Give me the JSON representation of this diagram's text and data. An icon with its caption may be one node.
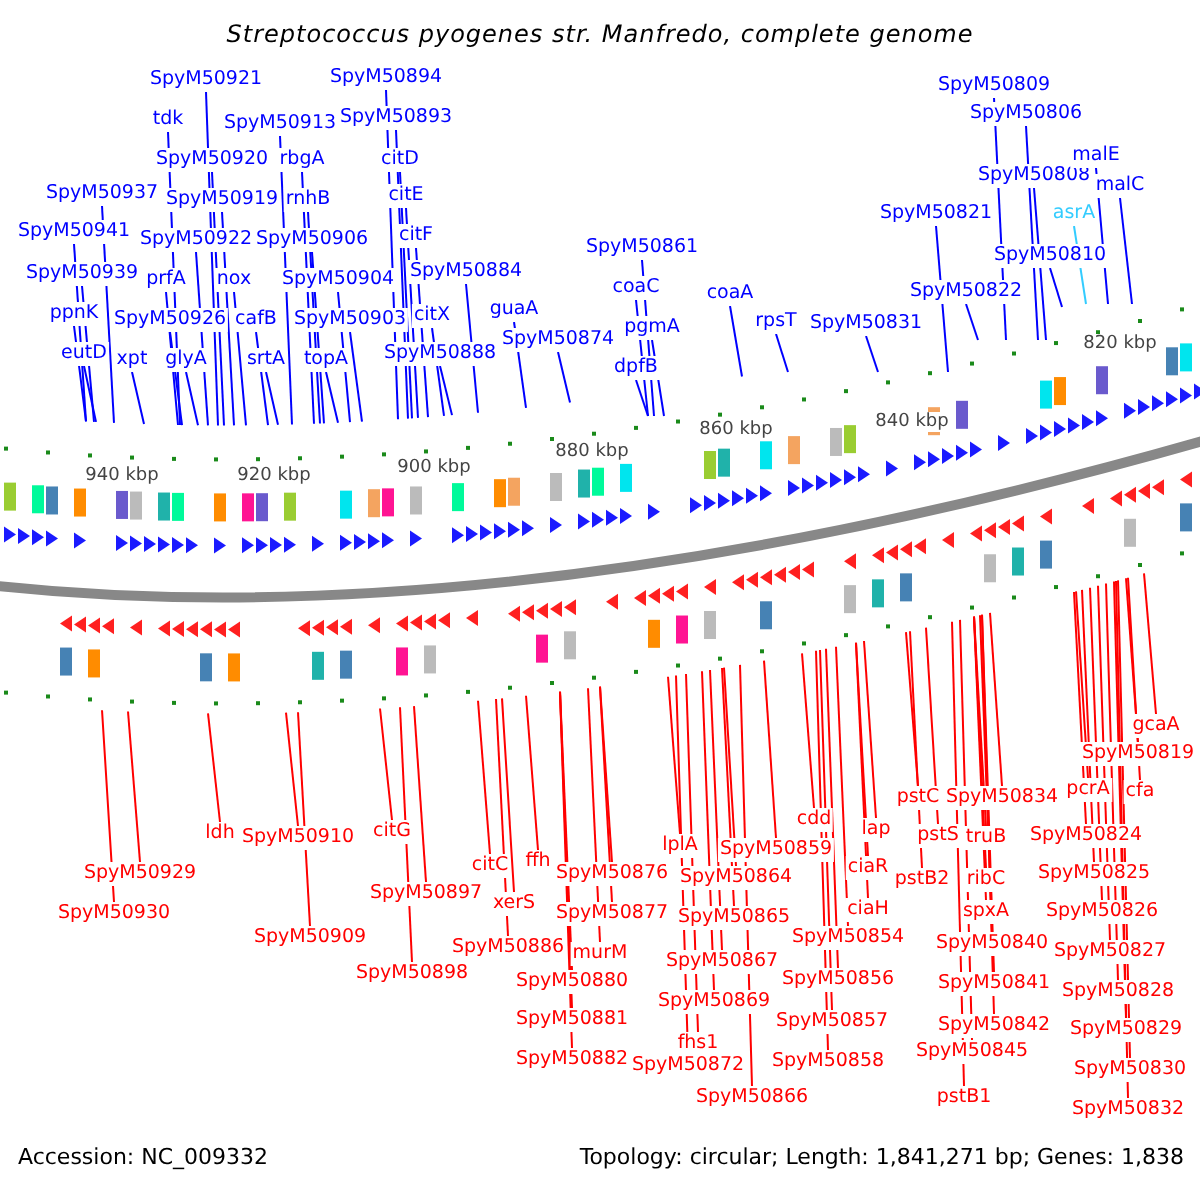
{
  "diagram": {
    "title": "Streptococcus pyogenes str. Manfredo, complete genome",
    "nodes": [
      {
        "text": [
          "SpyM50921"
        ]
      },
      {
        "text": [
          "tdk"
        ]
      },
      {
        "text": [
          "SpyM50913"
        ]
      },
      {
        "text": [
          "SpyM50920"
        ]
      },
      {
        "text": [
          "rbgA"
        ]
      },
      {
        "text": [
          "SpyM50937"
        ]
      },
      {
        "text": [
          "SpyM50919"
        ]
      },
      {
        "text": [
          "rnhB"
        ]
      },
      {
        "text": [
          "SpyM50941"
        ]
      },
      {
        "text": [
          "SpyM50922"
        ]
      },
      {
        "text": [
          "SpyM50906"
        ]
      },
      {
        "text": [
          "SpyM50939"
        ]
      },
      {
        "text": [
          "prfA"
        ]
      },
      {
        "text": [
          "nox"
        ]
      },
      {
        "text": [
          "SpyM50904"
        ]
      },
      {
        "text": [
          "ppnK"
        ]
      },
      {
        "text": [
          "SpyM50926"
        ]
      },
      {
        "text": [
          "cafB"
        ]
      },
      {
        "text": [
          "SpyM50903"
        ]
      },
      {
        "text": [
          "eutD"
        ]
      },
      {
        "text": [
          "xpt"
        ]
      },
      {
        "text": [
          "glyA"
        ]
      },
      {
        "text": [
          "srtA"
        ]
      },
      {
        "text": [
          "topA"
        ]
      },
      {
        "text": [
          "SpyM50894"
        ]
      },
      {
        "text": [
          "SpyM50893"
        ]
      },
      {
        "text": [
          "citD"
        ]
      },
      {
        "text": [
          "citE"
        ]
      },
      {
        "text": [
          "citF"
        ]
      },
      {
        "text": [
          "SpyM50884"
        ]
      },
      {
        "text": [
          "citX"
        ]
      },
      {
        "text": [
          "SpyM50888"
        ]
      },
      {
        "text": [
          "guaA"
        ]
      },
      {
        "text": [
          "SpyM50874"
        ]
      },
      {
        "text": [
          "SpyM50861"
        ]
      },
      {
        "text": [
          "coaC"
        ]
      },
      {
        "text": [
          "pgmA"
        ]
      },
      {
        "text": [
          "dpfB"
        ]
      },
      {
        "text": [
          "coaA"
        ]
      },
      {
        "text": [
          "rpsT"
        ]
      },
      {
        "text": [
          "SpyM50831"
        ]
      },
      {
        "text": [
          "SpyM50822"
        ]
      },
      {
        "text": [
          "SpyM50821"
        ]
      },
      {
        "text": [
          "SpyM50809"
        ]
      },
      {
        "text": [
          "SpyM50806"
        ]
      },
      {
        "text": [
          "SpyM50808"
        ]
      },
      {
        "text": [
          "malE"
        ]
      },
      {
        "text": [
          "malC"
        ]
      },
      {
        "text": [
          "asrA"
        ]
      },
      {
        "text": [
          "SpyM50810"
        ]
      },
      {
        "text": [
          "gcaA"
        ]
      },
      {
        "text": [
          "SpyM50819"
        ]
      },
      {
        "text": [
          "cfa"
        ]
      },
      {
        "text": [
          "pcrA"
        ]
      },
      {
        "text": [
          "pstC"
        ]
      },
      {
        "text": [
          "SpyM50834"
        ]
      },
      {
        "text": [
          "cdd"
        ]
      },
      {
        "text": [
          "lap"
        ]
      },
      {
        "text": [
          "ldh"
        ]
      },
      {
        "text": [
          "SpyM50910"
        ]
      },
      {
        "text": [
          "citG"
        ]
      },
      {
        "text": [
          "pstS"
        ]
      },
      {
        "text": [
          "truB"
        ]
      },
      {
        "text": [
          "SpyM50824"
        ]
      },
      {
        "text": [
          "lplA"
        ]
      },
      {
        "text": [
          "SpyM50859"
        ]
      },
      {
        "text": [
          "citC"
        ]
      },
      {
        "text": [
          "ffh"
        ]
      },
      {
        "text": [
          "ciaR"
        ]
      },
      {
        "text": [
          "SpyM50929"
        ]
      },
      {
        "text": [
          "SpyM50876"
        ]
      },
      {
        "text": [
          "SpyM50864"
        ]
      },
      {
        "text": [
          "pstB2"
        ]
      },
      {
        "text": [
          "ribC"
        ]
      },
      {
        "text": [
          "SpyM50825"
        ]
      },
      {
        "text": [
          "SpyM50897"
        ]
      },
      {
        "text": [
          "xerS"
        ]
      },
      {
        "text": [
          "spxA"
        ]
      },
      {
        "text": [
          "ciaH"
        ]
      },
      {
        "text": [
          "SpyM50930"
        ]
      },
      {
        "text": [
          "SpyM50877"
        ]
      },
      {
        "text": [
          "SpyM50865"
        ]
      },
      {
        "text": [
          "SpyM50826"
        ]
      },
      {
        "text": [
          "SpyM50854"
        ]
      },
      {
        "text": [
          "SpyM50909"
        ]
      },
      {
        "text": [
          "SpyM50840"
        ]
      },
      {
        "text": [
          "SpyM50886"
        ]
      },
      {
        "text": [
          "murM"
        ]
      },
      {
        "text": [
          "SpyM50827"
        ]
      },
      {
        "text": [
          "SpyM50867"
        ]
      },
      {
        "text": [
          "SpyM50898"
        ]
      },
      {
        "text": [
          "SpyM50880"
        ]
      },
      {
        "text": [
          "SpyM50856"
        ]
      },
      {
        "text": [
          "SpyM50841"
        ]
      },
      {
        "text": [
          "SpyM50828"
        ]
      },
      {
        "text": [
          "SpyM50869"
        ]
      },
      {
        "text": [
          "SpyM50881"
        ]
      },
      {
        "text": [
          "SpyM50857"
        ]
      },
      {
        "text": [
          "SpyM50842"
        ]
      },
      {
        "text": [
          "SpyM50829"
        ]
      },
      {
        "text": [
          "fhs1"
        ]
      },
      {
        "text": [
          "SpyM50845"
        ]
      },
      {
        "text": [
          "SpyM50882"
        ]
      },
      {
        "text": [
          "SpyM50872"
        ]
      },
      {
        "text": [
          "SpyM50858"
        ]
      },
      {
        "text": [
          "SpyM50830"
        ]
      },
      {
        "text": [
          "SpyM50866"
        ]
      },
      {
        "text": [
          "pstB1"
        ]
      },
      {
        "text": [
          "SpyM50832"
        ]
      }
    ],
    "edges": [
      {
        "from": 0,
        "to": null,
        "arrow": "none",
        "color": "#0000ff"
      },
      {
        "from": 1,
        "to": null,
        "arrow": "none",
        "color": "#0000ff"
      },
      {
        "from": 2,
        "to": null,
        "arrow": "none",
        "color": "#0000ff"
      },
      {
        "from": 3,
        "to": null,
        "arrow": "none",
        "color": "#0000ff"
      },
      {
        "from": 4,
        "to": null,
        "arrow": "none",
        "color": "#0000ff"
      },
      {
        "from": 5,
        "to": null,
        "arrow": "none",
        "color": "#0000ff"
      },
      {
        "from": 6,
        "to": null,
        "arrow": "none",
        "color": "#0000ff"
      },
      {
        "from": 7,
        "to": null,
        "arrow": "none",
        "color": "#0000ff"
      },
      {
        "from": 8,
        "to": null,
        "arrow": "none",
        "color": "#0000ff"
      },
      {
        "from": 9,
        "to": null,
        "arrow": "none",
        "color": "#0000ff"
      },
      {
        "from": 10,
        "to": null,
        "arrow": "none",
        "color": "#0000ff"
      },
      {
        "from": 11,
        "to": null,
        "arrow": "none",
        "color": "#0000ff"
      },
      {
        "from": 12,
        "to": null,
        "arrow": "none",
        "color": "#0000ff"
      },
      {
        "from": 13,
        "to": null,
        "arrow": "none",
        "color": "#0000ff"
      },
      {
        "from": 14,
        "to": null,
        "arrow": "none",
        "color": "#0000ff"
      },
      {
        "from": 15,
        "to": null,
        "arrow": "none",
        "color": "#0000ff"
      },
      {
        "from": 16,
        "to": null,
        "arrow": "none",
        "color": "#0000ff"
      },
      {
        "from": 17,
        "to": null,
        "arrow": "none",
        "color": "#0000ff"
      },
      {
        "from": 18,
        "to": null,
        "arrow": "none",
        "color": "#0000ff"
      },
      {
        "from": 19,
        "to": null,
        "arrow": "none",
        "color": "#0000ff"
      },
      {
        "from": 20,
        "to": null,
        "arrow": "none",
        "color": "#0000ff"
      },
      {
        "from": 21,
        "to": null,
        "arrow": "none",
        "color": "#0000ff"
      },
      {
        "from": 22,
        "to": null,
        "arrow": "none",
        "color": "#0000ff"
      },
      {
        "from": 23,
        "to": null,
        "arrow": "none",
        "color": "#0000ff"
      },
      {
        "from": 24,
        "to": null,
        "arrow": "none",
        "color": "#0000ff"
      },
      {
        "from": 25,
        "to": null,
        "arrow": "none",
        "color": "#0000ff"
      },
      {
        "from": 26,
        "to": null,
        "arrow": "none",
        "color": "#0000ff"
      },
      {
        "from": 27,
        "to": null,
        "arrow": "none",
        "color": "#0000ff"
      },
      {
        "from": 28,
        "to": null,
        "arrow": "none",
        "color": "#0000ff"
      },
      {
        "from": 29,
        "to": null,
        "arrow": "none",
        "color": "#0000ff"
      },
      {
        "from": 30,
        "to": null,
        "arrow": "none",
        "color": "#0000ff"
      },
      {
        "from": 31,
        "to": null,
        "arrow": "none",
        "color": "#0000ff"
      },
      {
        "from": 32,
        "to": null,
        "arrow": "none",
        "color": "#0000ff"
      },
      {
        "from": 33,
        "to": null,
        "arrow": "none",
        "color": "#0000ff"
      },
      {
        "from": 34,
        "to": null,
        "arrow": "none",
        "color": "#0000ff"
      },
      {
        "from": 35,
        "to": null,
        "arrow": "none",
        "color": "#0000ff"
      },
      {
        "from": 36,
        "to": null,
        "arrow": "none",
        "color": "#0000ff"
      },
      {
        "from": 37,
        "to": null,
        "arrow": "none",
        "color": "#0000ff"
      },
      {
        "from": 38,
        "to": null,
        "arrow": "none",
        "color": "#0000ff"
      },
      {
        "from": 39,
        "to": null,
        "arrow": "none",
        "color": "#0000ff"
      },
      {
        "from": 40,
        "to": null,
        "arrow": "none",
        "color": "#0000ff"
      },
      {
        "from": 41,
        "to": null,
        "arrow": "none",
        "color": "#0000ff"
      },
      {
        "from": 42,
        "to": null,
        "arrow": "none",
        "color": "#0000ff"
      },
      {
        "from": 43,
        "to": null,
        "arrow": "none",
        "color": "#0000ff"
      },
      {
        "from": 44,
        "to": null,
        "arrow": "none",
        "color": "#0000ff"
      },
      {
        "from": 45,
        "to": null,
        "arrow": "none",
        "color": "#0000ff"
      },
      {
        "from": 46,
        "to": null,
        "arrow": "none",
        "color": "#0000ff"
      },
      {
        "from": 47,
        "to": null,
        "arrow": "none",
        "color": "#0000ff"
      },
      {
        "from": 48,
        "to": null,
        "arrow": "none",
        "color": "#33ccff"
      },
      {
        "from": 49,
        "to": null,
        "arrow": "none",
        "color": "#0000ff"
      },
      {
        "from": 50,
        "to": null,
        "arrow": "none",
        "color": "#ff0000"
      },
      {
        "from": 51,
        "to": null,
        "arrow": "none",
        "color": "#ff0000"
      },
      {
        "from": 52,
        "to": null,
        "arrow": "none",
        "color": "#ff0000"
      },
      {
        "from": 53,
        "to": null,
        "arrow": "none",
        "color": "#ff0000"
      },
      {
        "from": 54,
        "to": null,
        "arrow": "none",
        "color": "#ff0000"
      },
      {
        "from": 55,
        "to": null,
        "arrow": "none",
        "color": "#ff0000"
      },
      {
        "from": 56,
        "to": null,
        "arrow": "none",
        "color": "#ff0000"
      },
      {
        "from": 57,
        "to": null,
        "arrow": "none",
        "color": "#ff0000"
      },
      {
        "from": 58,
        "to": null,
        "arrow": "none",
        "color": "#ff0000"
      },
      {
        "from": 59,
        "to": null,
        "arrow": "none",
        "color": "#ff0000"
      },
      {
        "from": 60,
        "to": null,
        "arrow": "none",
        "color": "#ff0000"
      },
      {
        "from": 61,
        "to": null,
        "arrow": "none",
        "color": "#ff0000"
      },
      {
        "from": 62,
        "to": null,
        "arrow": "none",
        "color": "#ff0000"
      },
      {
        "from": 63,
        "to": null,
        "arrow": "none",
        "color": "#ff0000"
      },
      {
        "from": 64,
        "to": null,
        "arrow": "none",
        "color": "#ff0000"
      },
      {
        "from": 65,
        "to": null,
        "arrow": "none",
        "color": "#ff0000"
      },
      {
        "from": 66,
        "to": null,
        "arrow": "none",
        "color": "#ff0000"
      },
      {
        "from": 67,
        "to": null,
        "arrow": "none",
        "color": "#ff0000"
      },
      {
        "from": 68,
        "to": null,
        "arrow": "none",
        "color": "#ff0000"
      },
      {
        "from": 69,
        "to": null,
        "arrow": "none",
        "color": "#ff0000"
      },
      {
        "from": 70,
        "to": null,
        "arrow": "none",
        "color": "#ff0000"
      },
      {
        "from": 71,
        "to": null,
        "arrow": "none",
        "color": "#ff0000"
      },
      {
        "from": 72,
        "to": null,
        "arrow": "none",
        "color": "#ff0000"
      },
      {
        "from": 73,
        "to": null,
        "arrow": "none",
        "color": "#ff0000"
      },
      {
        "from": 74,
        "to": null,
        "arrow": "none",
        "color": "#ff0000"
      },
      {
        "from": 75,
        "to": null,
        "arrow": "none",
        "color": "#ff0000"
      },
      {
        "from": 76,
        "to": null,
        "arrow": "none",
        "color": "#ff0000"
      },
      {
        "from": 77,
        "to": null,
        "arrow": "none",
        "color": "#ff0000"
      },
      {
        "from": 78,
        "to": null,
        "arrow": "none",
        "color": "#ff0000"
      },
      {
        "from": 79,
        "to": null,
        "arrow": "none",
        "color": "#ff0000"
      },
      {
        "from": 80,
        "to": null,
        "arrow": "none",
        "color": "#ff0000"
      },
      {
        "from": 81,
        "to": null,
        "arrow": "none",
        "color": "#ff0000"
      },
      {
        "from": 82,
        "to": null,
        "arrow": "none",
        "color": "#ff0000"
      },
      {
        "from": 83,
        "to": null,
        "arrow": "none",
        "color": "#ff0000"
      },
      {
        "from": 84,
        "to": null,
        "arrow": "none",
        "color": "#ff0000"
      },
      {
        "from": 85,
        "to": null,
        "arrow": "none",
        "color": "#ff0000"
      },
      {
        "from": 86,
        "to": null,
        "arrow": "none",
        "color": "#ff0000"
      },
      {
        "from": 87,
        "to": null,
        "arrow": "none",
        "color": "#ff0000"
      },
      {
        "from": 88,
        "to": null,
        "arrow": "none",
        "color": "#ff0000"
      },
      {
        "from": 89,
        "to": null,
        "arrow": "none",
        "color": "#ff0000"
      },
      {
        "from": 90,
        "to": null,
        "arrow": "none",
        "color": "#ff0000"
      },
      {
        "from": 91,
        "to": null,
        "arrow": "none",
        "color": "#ff0000"
      },
      {
        "from": 92,
        "to": null,
        "arrow": "none",
        "color": "#ff0000"
      },
      {
        "from": 93,
        "to": null,
        "arrow": "none",
        "color": "#ff0000"
      },
      {
        "from": 94,
        "to": null,
        "arrow": "none",
        "color": "#ff0000"
      },
      {
        "from": 95,
        "to": null,
        "arrow": "none",
        "color": "#ff0000"
      },
      {
        "from": 96,
        "to": null,
        "arrow": "none",
        "color": "#ff0000"
      },
      {
        "from": 97,
        "to": null,
        "arrow": "none",
        "color": "#ff0000"
      },
      {
        "from": 98,
        "to": null,
        "arrow": "none",
        "color": "#ff0000"
      },
      {
        "from": 99,
        "to": null,
        "arrow": "none",
        "color": "#ff0000"
      },
      {
        "from": 100,
        "to": null,
        "arrow": "none",
        "color": "#ff0000"
      },
      {
        "from": 101,
        "to": null,
        "arrow": "none",
        "color": "#ff0000"
      },
      {
        "from": 102,
        "to": null,
        "arrow": "none",
        "color": "#ff0000"
      },
      {
        "from": 103,
        "to": null,
        "arrow": "none",
        "color": "#ff0000"
      },
      {
        "from": 104,
        "to": null,
        "arrow": "none",
        "color": "#ff0000"
      },
      {
        "from": 105,
        "to": null,
        "arrow": "none",
        "color": "#ff0000"
      },
      {
        "from": 106,
        "to": null,
        "arrow": "none",
        "color": "#ff0000"
      },
      {
        "from": 107,
        "to": null,
        "arrow": "none",
        "color": "#ff0000"
      },
      {
        "from": 108,
        "to": null,
        "arrow": "none",
        "color": "#ff0000"
      }
    ],
    "labels": [
      "940 kbp",
      "920 kbp",
      "900 kbp",
      "880 kbp",
      "860 kbp",
      "840 kbp",
      "820 kbp",
      "Accession: NC_009332",
      "Topology: circular; Length: 1,841,271 bp; Genes: 1,838"
    ]
  }
}
